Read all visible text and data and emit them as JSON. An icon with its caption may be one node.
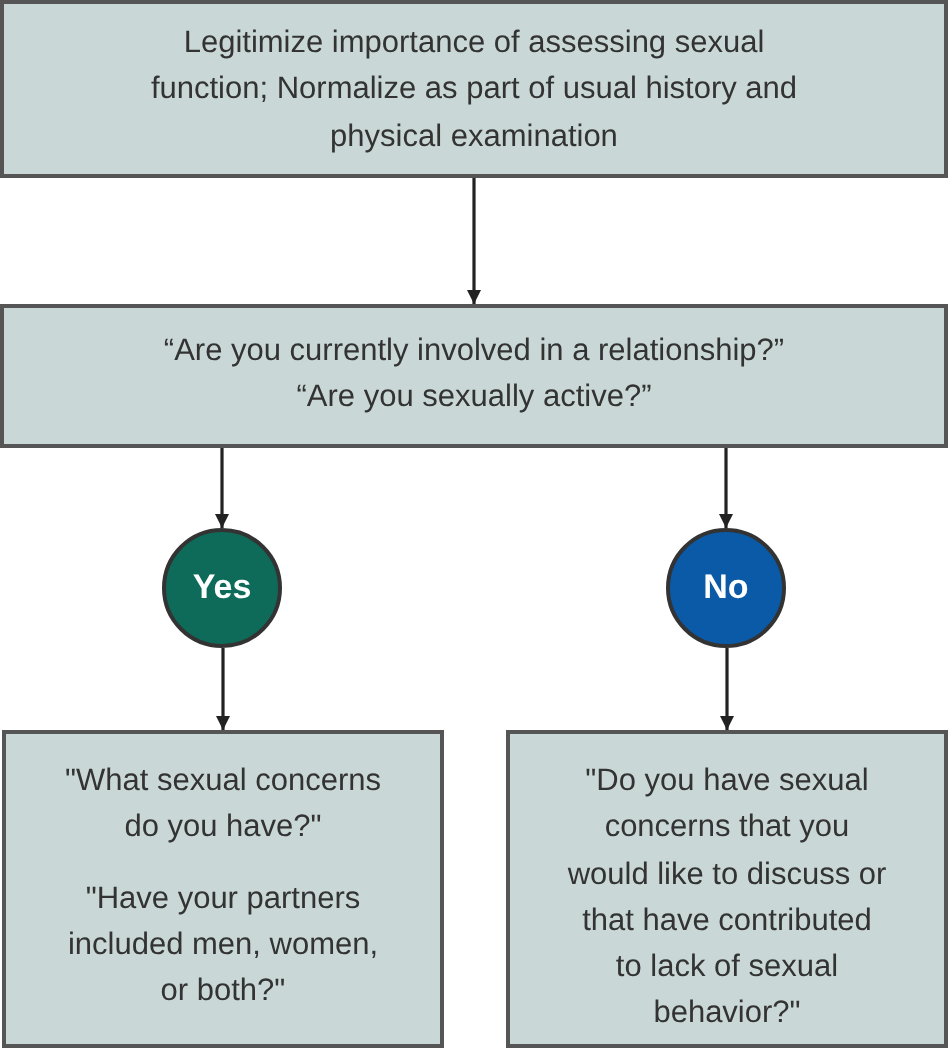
{
  "diagram": {
    "nodes": [
      {
        "text": [
          "Legitimize importance of assessing sexual function; Normalize as part of usual history and physical examination"
        ]
      },
      {
        "text": [
          "“Are you currently involved in a relationship?”",
          "“Are you sexually active?”"
        ]
      },
      {
        "text": [
          "Yes"
        ]
      },
      {
        "text": [
          "No"
        ]
      },
      {
        "text": [
          "\"What sexual concerns do you have?\"",
          "\"Have your partners included men, women, or both?\""
        ]
      },
      {
        "text": [
          "\"Do you have sexual concerns that you would like to discuss or that have contributed to lack of sexual behavior?\""
        ]
      }
    ],
    "edges": [
      {
        "from": 0,
        "to": 1,
        "arrow": "to"
      },
      {
        "from": 1,
        "to": 2,
        "arrow": "to"
      },
      {
        "from": 1,
        "to": 3,
        "arrow": "to"
      },
      {
        "from": 2,
        "to": 4,
        "arrow": "to"
      },
      {
        "from": 3,
        "to": 5,
        "arrow": "to"
      }
    ]
  }
}
